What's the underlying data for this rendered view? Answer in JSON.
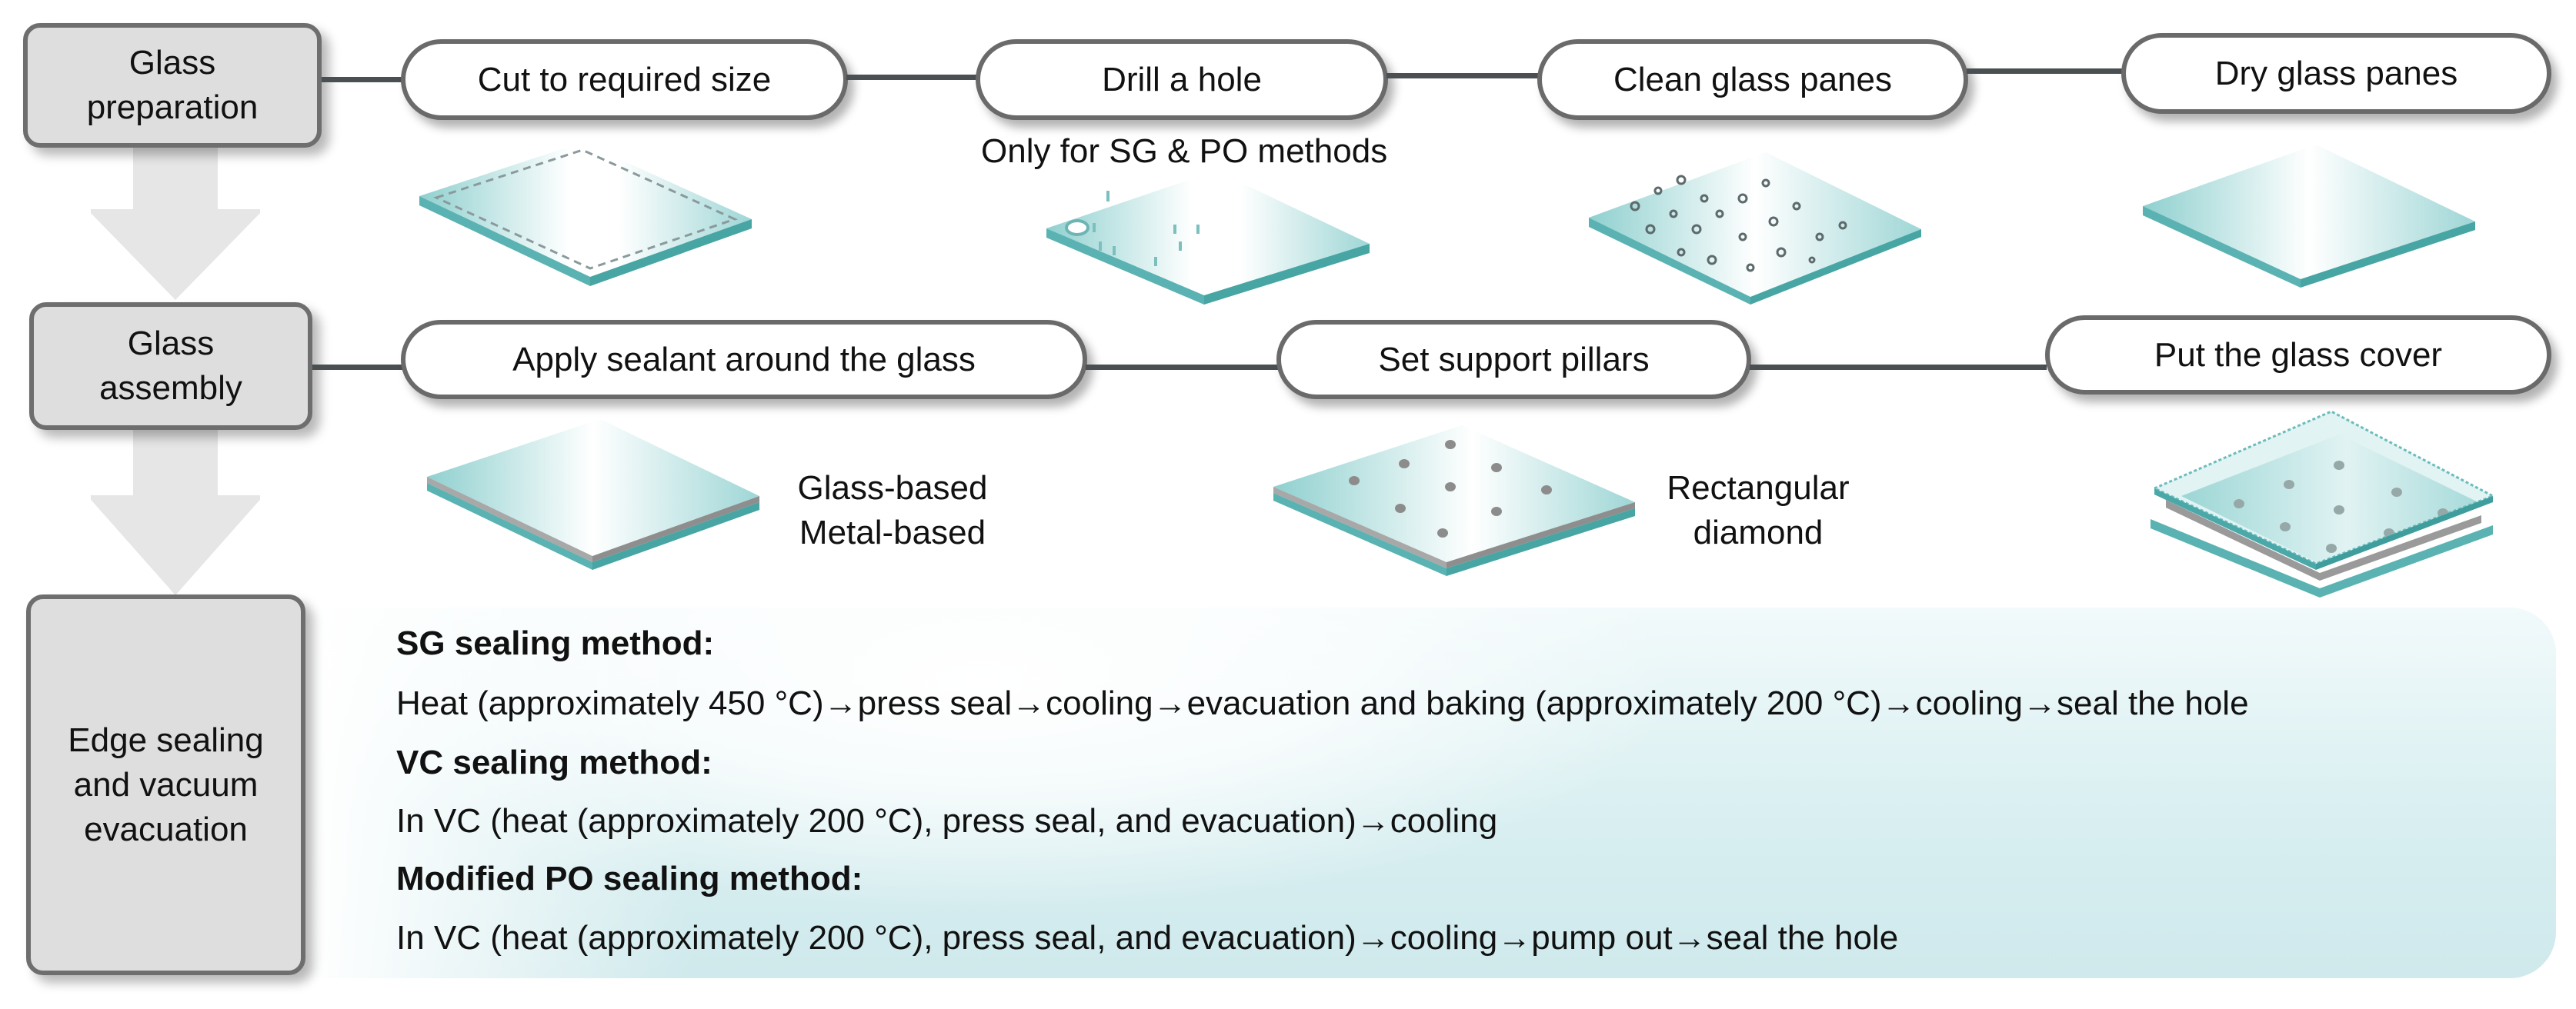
{
  "stages": [
    {
      "label": "Glass preparation",
      "label_lines": [
        "Glass",
        "preparation"
      ],
      "steps": [
        {
          "label": "Cut to required size",
          "illustration": "glass-pane-dashed-cut-icon"
        },
        {
          "label": "Drill a hole",
          "note": "Only for SG & PO methods",
          "illustration": "glass-pane-with-hole-icon"
        },
        {
          "label": "Clean glass panes",
          "illustration": "glass-pane-water-drops-icon"
        },
        {
          "label": "Dry glass panes",
          "illustration": "glass-pane-dry-icon"
        }
      ]
    },
    {
      "label": "Glass assembly",
      "label_lines": [
        "Glass",
        "assembly"
      ],
      "steps": [
        {
          "label": "Apply sealant around the glass",
          "options": [
            "Glass-based",
            "Metal-based"
          ],
          "illustration": "glass-pane-sealant-icon"
        },
        {
          "label": "Set support pillars",
          "options": [
            "Rectangular",
            "diamond"
          ],
          "illustration": "glass-pane-pillars-icon"
        },
        {
          "label": "Put the glass cover",
          "illustration": "glass-stack-cover-icon"
        }
      ]
    },
    {
      "label": "Edge sealing and vacuum evacuation",
      "label_lines": [
        "Edge sealing",
        "and vacuum",
        "evacuation"
      ],
      "methods": [
        {
          "title": "SG sealing method:",
          "process": "Heat (approximately 450 °C)→press seal→cooling→evacuation and baking (approximately 200 °C)→cooling→seal the hole"
        },
        {
          "title": "VC sealing method:",
          "process": "In VC (heat (approximately 200 °C), press seal, and evacuation)→cooling"
        },
        {
          "title": "Modified PO sealing method:",
          "process": "In VC (heat (approximately 200 °C), press seal, and evacuation)→cooling→pump out→seal the hole"
        }
      ]
    }
  ],
  "colors": {
    "stage_box_fill": "#dedede",
    "stage_box_border": "#6e6e6e",
    "pill_border": "#6a6a6a",
    "connector": "#4a4f52",
    "glass_teal": "#5fb8b8",
    "glass_edge": "#3a9e9e",
    "panel_teal": "#d4ecee",
    "flow_arrow": "#e6e6e6"
  }
}
